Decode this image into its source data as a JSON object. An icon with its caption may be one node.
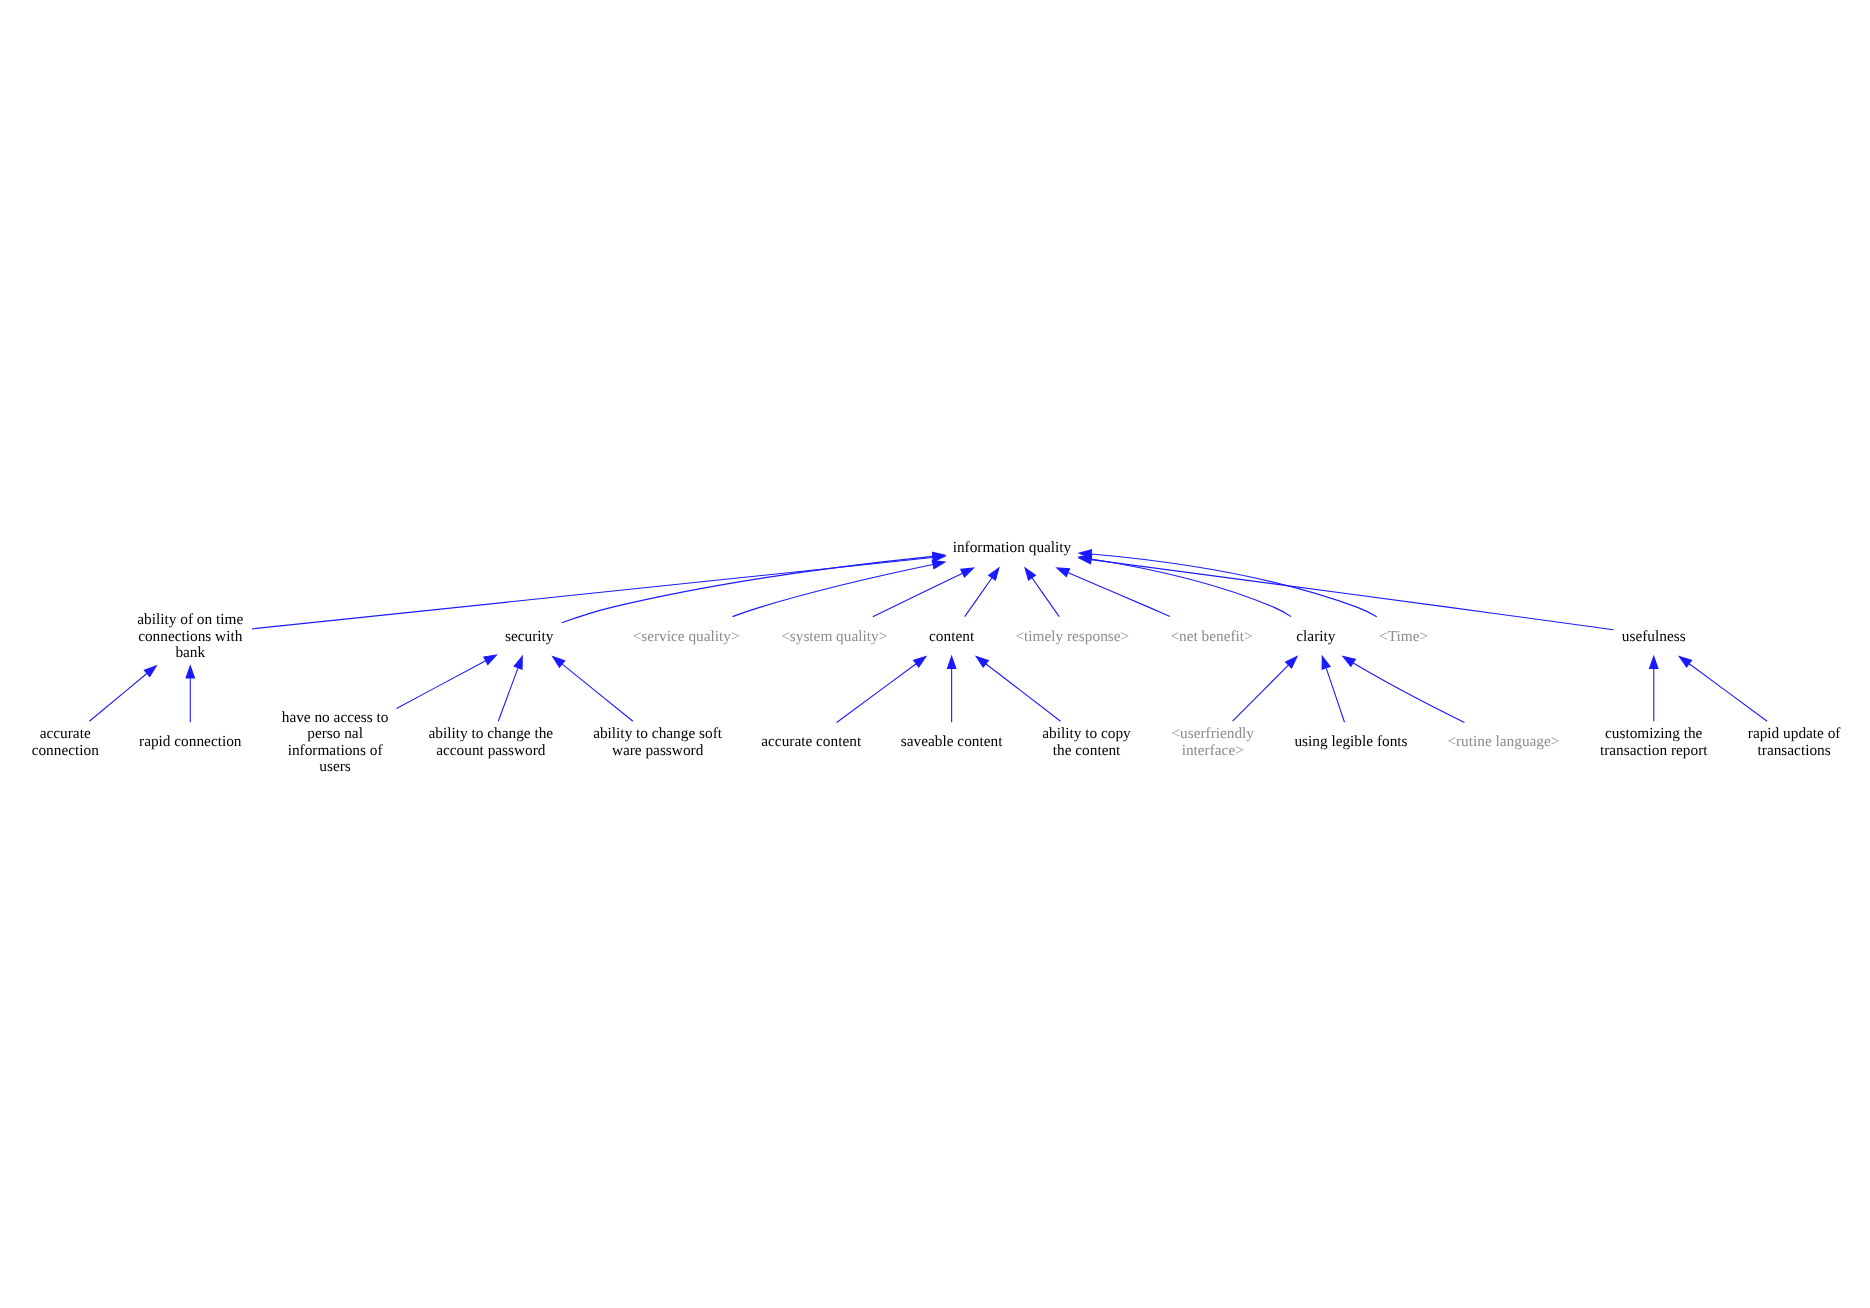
{
  "diagram": {
    "nodes": [
      {
        "text": [
          "accurate connection"
        ]
      },
      {
        "text": [
          "rapid connection"
        ]
      },
      {
        "text": [
          "have no access to perso nal informations of users"
        ]
      },
      {
        "text": [
          "ability of on time connections with bank"
        ]
      },
      {
        "text": [
          "ability to change the account password"
        ]
      },
      {
        "text": [
          "security"
        ]
      },
      {
        "text": [
          "<service quality>"
        ]
      },
      {
        "text": [
          "ability to change soft ware password"
        ]
      },
      {
        "text": [
          "<system quality>"
        ]
      },
      {
        "text": [
          "information quality"
        ]
      },
      {
        "text": [
          "content"
        ]
      },
      {
        "text": [
          "accurate content"
        ]
      },
      {
        "text": [
          "<timely response>"
        ]
      },
      {
        "text": [
          "<net benefit>"
        ]
      },
      {
        "text": [
          "saveable content"
        ]
      },
      {
        "text": [
          "customizing the transaction report"
        ]
      },
      {
        "text": [
          "clarity"
        ]
      },
      {
        "text": [
          "ability to copy the content"
        ]
      },
      {
        "text": [
          "<Time>"
        ]
      },
      {
        "text": [
          "usefulness"
        ]
      },
      {
        "text": [
          "rapid update of transactions"
        ]
      },
      {
        "text": [
          "<userfriendly interface>"
        ]
      },
      {
        "text": [
          "using legible fonts"
        ]
      },
      {
        "text": [
          "<rutine language>"
        ]
      }
    ],
    "edges": [
      {
        "from": 0,
        "to": 3,
        "arrow": "to"
      },
      {
        "from": 1,
        "to": 3,
        "arrow": "to"
      },
      {
        "from": 2,
        "to": 5,
        "arrow": "to"
      },
      {
        "from": 4,
        "to": 5,
        "arrow": "to"
      },
      {
        "from": 7,
        "to": 5,
        "arrow": "to"
      },
      {
        "from": 3,
        "to": 9,
        "arrow": "to"
      },
      {
        "from": 5,
        "to": 9,
        "arrow": "to"
      },
      {
        "from": 6,
        "to": 9,
        "arrow": "to"
      },
      {
        "from": 8,
        "to": 9,
        "arrow": "to"
      },
      {
        "from": 12,
        "to": 9,
        "arrow": "to"
      },
      {
        "from": 10,
        "to": 9,
        "arrow": "to"
      },
      {
        "from": 13,
        "to": 9,
        "arrow": "to"
      },
      {
        "from": 16,
        "to": 9,
        "arrow": "to"
      },
      {
        "from": 18,
        "to": 9,
        "arrow": "to"
      },
      {
        "from": 19,
        "to": 9,
        "arrow": "to"
      },
      {
        "from": 11,
        "to": 10,
        "arrow": "to"
      },
      {
        "from": 14,
        "to": 10,
        "arrow": "to"
      },
      {
        "from": 17,
        "to": 10,
        "arrow": "to"
      },
      {
        "from": 15,
        "to": 19,
        "arrow": "to"
      },
      {
        "from": 20,
        "to": 19,
        "arrow": "to"
      },
      {
        "from": 21,
        "to": 16,
        "arrow": "to"
      },
      {
        "from": 23,
        "to": 16,
        "arrow": "to"
      },
      {
        "from": 22,
        "to": 16,
        "arrow": "to"
      }
    ]
  }
}
